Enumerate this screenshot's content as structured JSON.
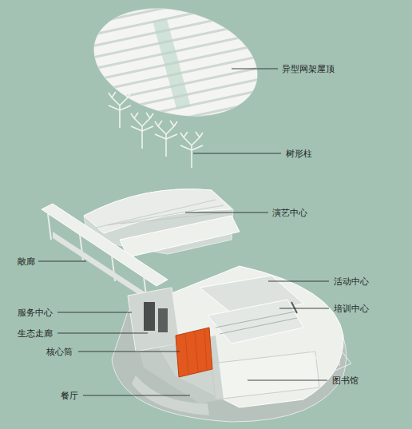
{
  "diagram": {
    "labels": [
      "异型网架屋顶",
      "树形柱",
      "演艺中心",
      "敞廊",
      "活动中心",
      "服务中心",
      "培训中心",
      "生态走廊",
      "核心筒",
      "图书馆",
      "餐厅"
    ]
  }
}
